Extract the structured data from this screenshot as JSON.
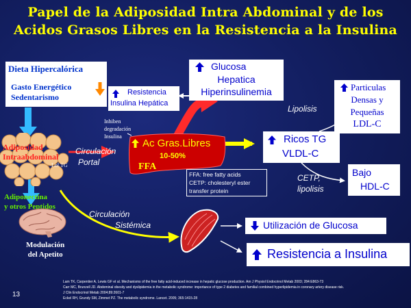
{
  "title": {
    "line1": "Papel de la Adiposidad Intra Abdominal y de los",
    "line2": "Acidos Grasos Libres en la Resistencia a la Insulina"
  },
  "colors": {
    "background": "#131f62",
    "title": "#ffff00",
    "box_bg": "#ffffff",
    "red": "#ff0000",
    "yellow": "#ffff00",
    "cyan": "#33bbff"
  },
  "left_box": {
    "item1": "Dieta Hipercalórica",
    "item2a": "Gasto Energético",
    "item2b": "Sedentarismo",
    "icon": "arrow-down-icon"
  },
  "resistencia_hep": {
    "line1": "Resistencia",
    "line2": "Insulina Hepática",
    "icon": "arrow-up-icon"
  },
  "glucosa_box": {
    "line1": "Glucosa",
    "line2": "Hepatica",
    "line3": "Hiperinsulinemia",
    "icon": "arrow-up-icon"
  },
  "particulas_box": {
    "line1": "Particulas",
    "line2": "Densas y",
    "line3": "Pequeñas",
    "line4": "LDL-C",
    "icon": "arrow-up-icon"
  },
  "lipolisis": "Lipolisis",
  "ricos_box": {
    "line1": "Ricos TG",
    "line2": "VLDL-C",
    "icon": "arrow-up-icon"
  },
  "bajo_box": {
    "line1": "Bajo",
    "line2": "HDL-C"
  },
  "cetp": {
    "line1": "CETP,",
    "line2": "lipolisis"
  },
  "inhiben": {
    "line1": "Inhiben",
    "line2": "degradación",
    "line3": "Insulina"
  },
  "adiposidad": {
    "line1": "Adiposidad",
    "line2": "Intraabdominal"
  },
  "lol_tg": "Lol TG",
  "circ_portal": {
    "line1": "Circulación",
    "line2": "Portal"
  },
  "ffa_box": {
    "line1": "Ac Gras.Libres",
    "pct": "10-50%",
    "ffa": "FFA",
    "icon": "arrow-up-icon"
  },
  "legend": {
    "line1": "FFA: free fatty acids",
    "line2": "CETP: cholesteryl ester",
    "line3": "transfer protein"
  },
  "adiponectina": {
    "line1": "Adiponectina",
    "line2": "y otros Peptidos"
  },
  "circ_sistemica": {
    "line1": "Circulación",
    "line2": "Sistémica"
  },
  "utilizacion": {
    "text": "Utilización de Glucosa",
    "icon": "arrow-down-icon"
  },
  "resistencia_ins": {
    "text": "Resistencia a Insulina",
    "icon": "arrow-up-icon"
  },
  "modulacion": {
    "line1": "Modulación",
    "line2": "del Apetito"
  },
  "slide_number": "13",
  "refs": {
    "line1": "Lam TK, Carpentier A, Lewis GF et al. Mechanisms of the free fatty acid-induced increase in hepatic glucose production. Am J Physiol Endocrinol Metab 2003; 284:E863-73",
    "line2": "Carr MC, Brunzell JD. Abdominal obesity and dyslipidemia in the metabolic syndrome: importance of type 2 diabetes and familial combined hyperlipidemia in coronary artery disease risk.",
    "line3": "J Clin Endocrinol Metab 2004;89:2601-7",
    "line4": "Eckel RH, Grundy SM, Zimmet PZ. The metabolic syndrome. Lancet. 2005; 365:1415-28"
  }
}
